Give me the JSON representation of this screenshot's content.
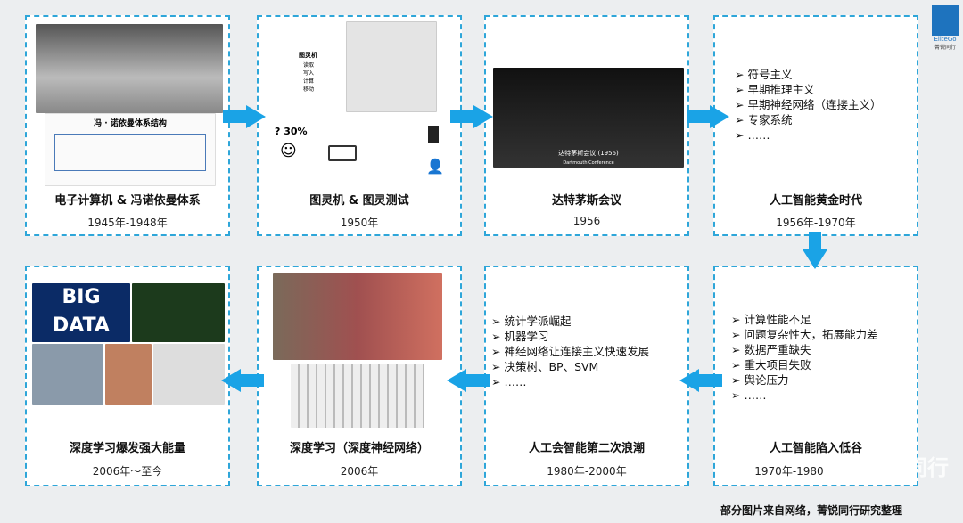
{
  "logo": {
    "text": "EliteGo",
    "sub": "菁锐同行"
  },
  "stages": [
    {
      "title": "电子计算机 & 冯诺依曼体系",
      "date": "1945年-1948年",
      "image_caption": "冯 · 诺依曼体系结构"
    },
    {
      "title": "图灵机 & 图灵测试",
      "date": "1950年",
      "image_caption": "? 30%",
      "image_label": "图灵机",
      "image_items": [
        "读取",
        "写入",
        "计算",
        "移动"
      ]
    },
    {
      "title": "达特茅斯会议",
      "date": "1956",
      "image_caption": "达特茅斯会议 (1956)",
      "image_sub": "Dartmouth Conference"
    },
    {
      "title": "人工智能黄金时代",
      "date": "1956年-1970年",
      "items": [
        "符号主义",
        "早期推理主义",
        "早期神经网络（连接主义）",
        "专家系统",
        "……"
      ]
    },
    {
      "title": "人工智能陷入低谷",
      "date": "1970年-1980",
      "items": [
        "计算性能不足",
        "问题复杂性大，拓展能力差",
        "数据严重缺失",
        "重大项目失败",
        "舆论压力",
        "……"
      ]
    },
    {
      "title": "人工会智能第二次浪潮",
      "date": "1980年-2000年",
      "items": [
        "统计学派崛起",
        "机器学习",
        "神经网络让连接主义快速发展",
        "决策树、BP、SVM",
        "……"
      ]
    },
    {
      "title": "深度学习（深度神经网络）",
      "date": "2006年"
    },
    {
      "title": "深度学习爆发强大能量",
      "date": "2006年～至今",
      "image_caption": "BIG DATA"
    }
  ],
  "footer_note": "部分图片来自网络，菁锐同行研究整理",
  "watermark": "菁锐同行",
  "colors": {
    "accent": "#1aa3e6",
    "border": "#2ea6d9"
  }
}
